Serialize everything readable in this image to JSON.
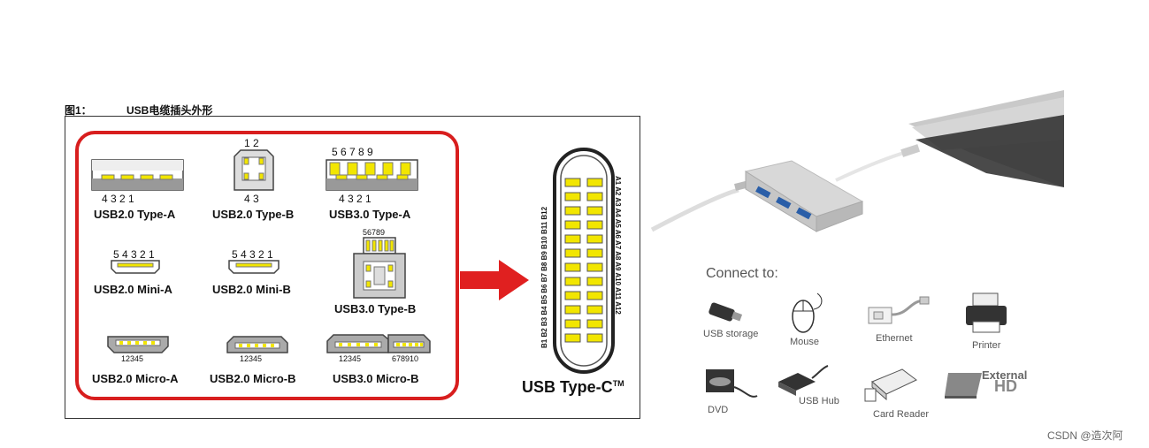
{
  "figure": {
    "label": "图1：",
    "title": "USB电缆插头外形"
  },
  "connectors": [
    {
      "label": "USB2.0 Type-A",
      "pins": "4  3  2  1"
    },
    {
      "label": "USB2.0 Type-B",
      "pins_top": "1  2",
      "pins_bottom": "4  3"
    },
    {
      "label": "USB3.0 Type-A",
      "pins_top": "5  6  7  8  9",
      "pins_bottom": "4  3  2  1"
    },
    {
      "label": "USB2.0 Mini-A",
      "pins": "5 4 3 2 1"
    },
    {
      "label": "USB2.0 Mini-B",
      "pins": "5 4 3 2 1"
    },
    {
      "label": "USB3.0 Type-B",
      "pins": "56789"
    },
    {
      "label": "USB2.0 Micro-A",
      "pins": "12345"
    },
    {
      "label": "USB2.0 Micro-B",
      "pins": "12345"
    },
    {
      "label": "USB3.0 Micro-B",
      "pins": "12345",
      "pins_extra": "678910"
    }
  ],
  "typec": {
    "title": "USB Type-C",
    "tm": "TM",
    "row_a": "A1 A2 A3 A4 A5 A6 A7 A8 A9 A10 A11 A12",
    "row_b": "B1 B2 B3 B4 B5 B6 B7 B8 B9 B10 B11 B12"
  },
  "connect": {
    "heading": "Connect to:",
    "devices": [
      {
        "label": "USB storage",
        "icon": "usb-stick-icon"
      },
      {
        "label": "Mouse",
        "icon": "mouse-icon"
      },
      {
        "label": "Ethernet",
        "icon": "ethernet-adapter-icon"
      },
      {
        "label": "Printer",
        "icon": "printer-icon"
      },
      {
        "label": "DVD",
        "icon": "dvd-drive-icon"
      },
      {
        "label": "USB Hub",
        "icon": "usb-hub-icon"
      },
      {
        "label": "Card Reader",
        "icon": "card-reader-icon"
      },
      {
        "label": "External",
        "sublabel": "HD",
        "icon": "external-hd-icon"
      }
    ]
  },
  "watermark": "CSDN @造次阿",
  "colors": {
    "accent_red": "#d81e1e",
    "pin_yellow": "#f2e600"
  }
}
